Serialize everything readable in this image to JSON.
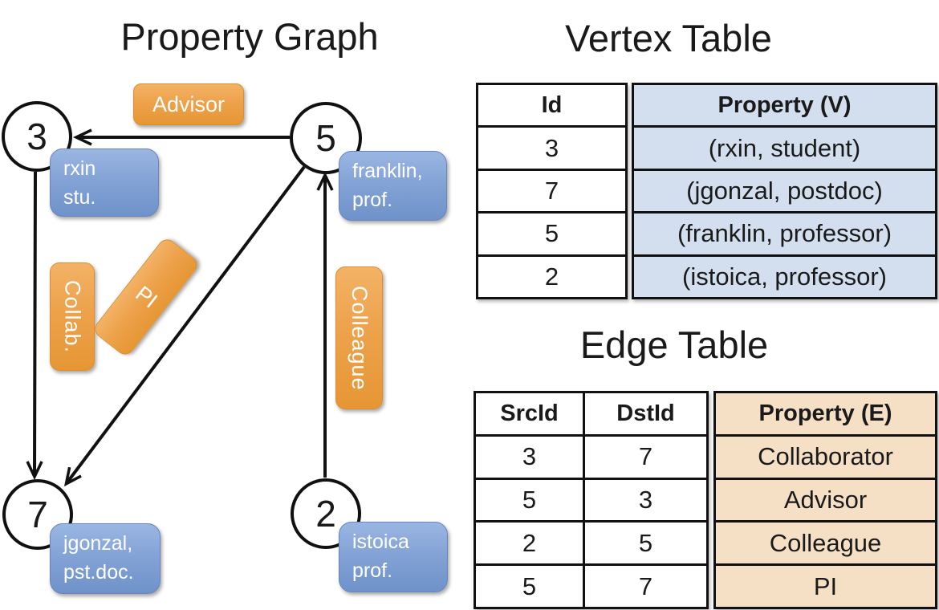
{
  "diagram": {
    "title": "Property Graph",
    "vertices": [
      {
        "id": "3",
        "prop_line1": "rxin",
        "prop_line2": "stu."
      },
      {
        "id": "5",
        "prop_line1": "franklin,",
        "prop_line2": "prof."
      },
      {
        "id": "7",
        "prop_line1": "jgonzal,",
        "prop_line2": "pst.doc."
      },
      {
        "id": "2",
        "prop_line1": "istoica",
        "prop_line2": "prof."
      }
    ],
    "edge_labels": [
      {
        "label": "Advisor"
      },
      {
        "label": "Collab."
      },
      {
        "label": "PI"
      },
      {
        "label": "Colleague"
      }
    ]
  },
  "vertex_table": {
    "title": "Vertex Table",
    "headers": [
      "Id",
      "Property (V)"
    ],
    "rows": [
      [
        "3",
        "(rxin, student)"
      ],
      [
        "7",
        "(jgonzal, postdoc)"
      ],
      [
        "5",
        "(franklin, professor)"
      ],
      [
        "2",
        "(istoica, professor)"
      ]
    ]
  },
  "edge_table": {
    "title": "Edge Table",
    "headers": [
      "SrcId",
      "DstId",
      "Property (E)"
    ],
    "rows": [
      [
        "3",
        "7",
        "Collaborator"
      ],
      [
        "5",
        "3",
        "Advisor"
      ],
      [
        "2",
        "5",
        "Colleague"
      ],
      [
        "5",
        "7",
        "PI"
      ]
    ]
  },
  "colors": {
    "edge_label_orange": "#eda24b",
    "vertex_prop_blue": "#84a3d6",
    "vertex_table_fill": "#d3dfef",
    "edge_table_fill": "#f5e0c6",
    "line_black": "#111111",
    "node_fill": "#ffffff"
  }
}
